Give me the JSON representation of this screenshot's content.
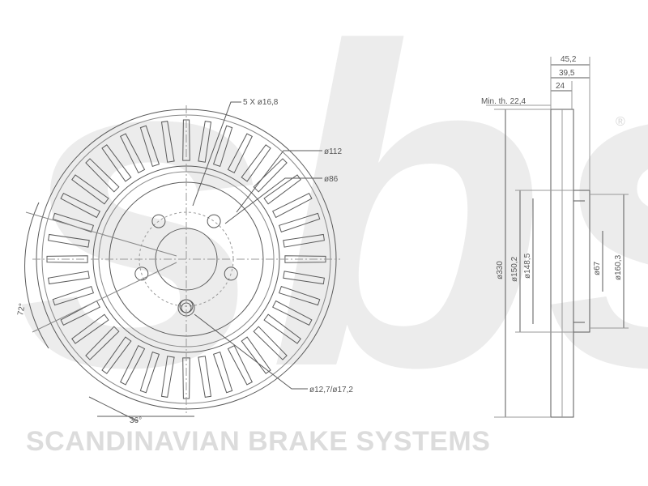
{
  "brand": {
    "watermark": "sbs",
    "registered_mark": "®",
    "tagline": "SCANDINAVIAN BRAKE SYSTEMS"
  },
  "front_view": {
    "bolt_holes": "5 X ø16,8",
    "pcd_outer": "ø112",
    "pcd_inner": "ø86",
    "center_holes": "ø12,7/ø17,2",
    "angle": "72°",
    "vane_pitch": "36°"
  },
  "side_view": {
    "min_thickness": "Min. th.  22,4",
    "width_total": "45,2",
    "width_hat": "39,5",
    "thickness": "24",
    "diameter_disc": "ø330",
    "diameter_hat": "ø150,2",
    "diameter_hat_inner": "ø148,5",
    "center_bore": "ø67",
    "diameter_pcd": "ø160,3"
  },
  "colors": {
    "line": "#5a5a5a",
    "watermark": "#ececec",
    "brand_text": "#dcdcdc"
  }
}
